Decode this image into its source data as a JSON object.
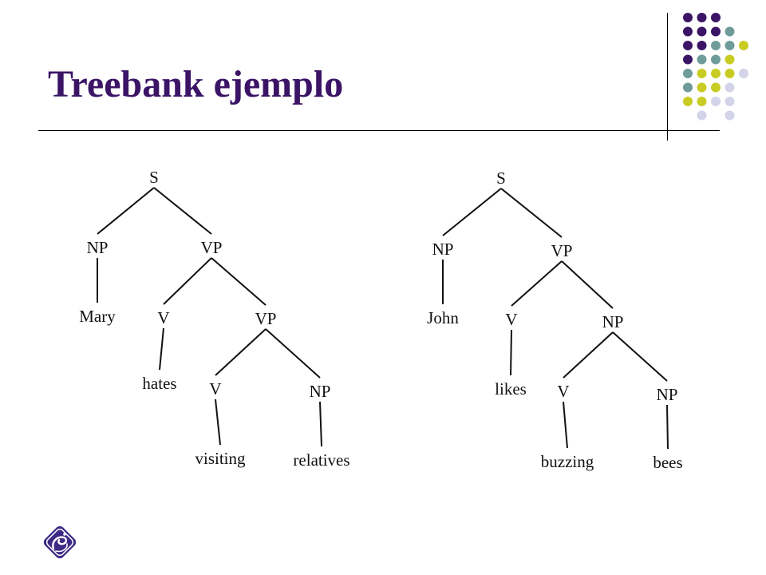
{
  "slide": {
    "title": "Treebank ejemplo"
  },
  "colors": {
    "title": "#3b1466",
    "dot_purple": "#3b1466",
    "dot_teal": "#6f9c9a",
    "dot_yellow": "#c9cc22",
    "dot_lavender": "#d3d3ea",
    "logo": "#3d2a86"
  },
  "dot_grid": [
    [
      "purple",
      "purple",
      "purple",
      null,
      null
    ],
    [
      "purple",
      "purple",
      "purple",
      "teal",
      null
    ],
    [
      "purple",
      "purple",
      "teal",
      "teal",
      "yellow"
    ],
    [
      "purple",
      "teal",
      "teal",
      "yellow",
      null
    ],
    [
      "teal",
      "yellow",
      "yellow",
      "yellow",
      "lavender"
    ],
    [
      "teal",
      "yellow",
      "yellow",
      "lavender",
      null
    ],
    [
      "yellow",
      "yellow",
      "lavender",
      "lavender",
      null
    ],
    [
      null,
      "lavender",
      null,
      "lavender",
      null
    ]
  ],
  "trees": [
    {
      "nodes": [
        {
          "id": "s",
          "label": "S"
        },
        {
          "id": "np",
          "label": "NP"
        },
        {
          "id": "vp",
          "label": "VP"
        },
        {
          "id": "mary",
          "label": "Mary"
        },
        {
          "id": "v",
          "label": "V"
        },
        {
          "id": "vp2",
          "label": "VP"
        },
        {
          "id": "hates",
          "label": "hates"
        },
        {
          "id": "v2",
          "label": "V"
        },
        {
          "id": "np2",
          "label": "NP"
        },
        {
          "id": "visiting",
          "label": "visiting"
        },
        {
          "id": "relatives",
          "label": "relatives"
        }
      ],
      "edges": [
        [
          "s",
          "np"
        ],
        [
          "s",
          "vp"
        ],
        [
          "np",
          "mary"
        ],
        [
          "vp",
          "v"
        ],
        [
          "vp",
          "vp2"
        ],
        [
          "v",
          "hates"
        ],
        [
          "vp2",
          "v2"
        ],
        [
          "vp2",
          "np2"
        ],
        [
          "v2",
          "visiting"
        ],
        [
          "np2",
          "relatives"
        ]
      ]
    },
    {
      "nodes": [
        {
          "id": "s",
          "label": "S"
        },
        {
          "id": "np",
          "label": "NP"
        },
        {
          "id": "vp",
          "label": "VP"
        },
        {
          "id": "john",
          "label": "John"
        },
        {
          "id": "v",
          "label": "V"
        },
        {
          "id": "np2",
          "label": "NP"
        },
        {
          "id": "likes",
          "label": "likes"
        },
        {
          "id": "v2",
          "label": "V"
        },
        {
          "id": "np3",
          "label": "NP"
        },
        {
          "id": "buzzing",
          "label": "buzzing"
        },
        {
          "id": "bees",
          "label": "bees"
        }
      ],
      "edges": [
        [
          "s",
          "np"
        ],
        [
          "s",
          "vp"
        ],
        [
          "np",
          "john"
        ],
        [
          "vp",
          "v"
        ],
        [
          "vp",
          "np2"
        ],
        [
          "v",
          "likes"
        ],
        [
          "np2",
          "v2"
        ],
        [
          "np2",
          "np3"
        ],
        [
          "v2",
          "buzzing"
        ],
        [
          "np3",
          "bees"
        ]
      ]
    }
  ]
}
